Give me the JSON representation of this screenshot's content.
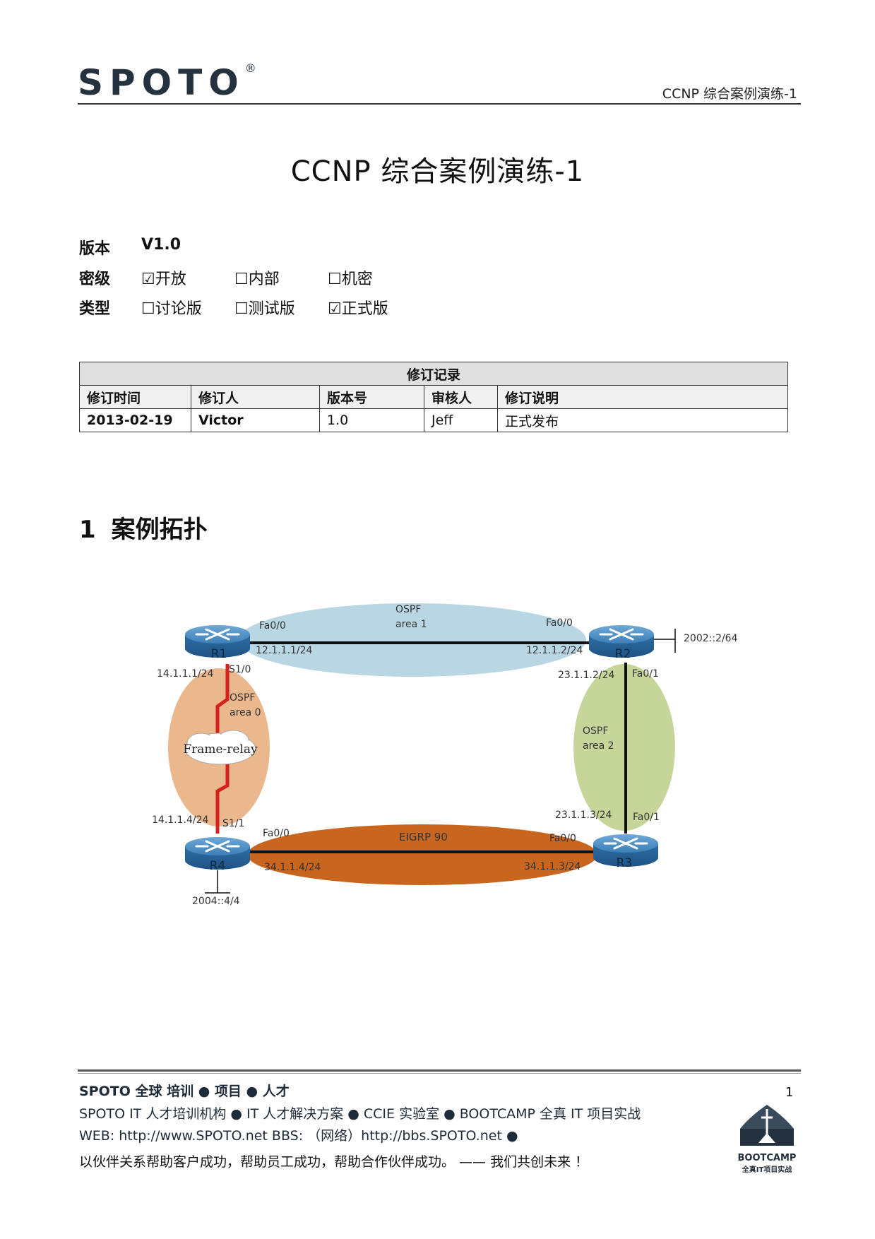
{
  "header": {
    "logo": "SPOTO",
    "logo_mark": "®",
    "doc_short_title": "CCNP 综合案例演练-1"
  },
  "title": "CCNP 综合案例演练-1",
  "meta": {
    "version_label": "版本",
    "version_value": "V1.0",
    "security_label": "密级",
    "security_options": [
      "☑开放",
      "☐内部",
      "☐机密"
    ],
    "type_label": "类型",
    "type_options": [
      "☐讨论版",
      "☐测试版",
      "☑正式版"
    ]
  },
  "revision_table": {
    "caption": "修订记录",
    "headers": [
      "修订时间",
      "修订人",
      "版本号",
      "审核人",
      "修订说明"
    ],
    "rows": [
      [
        "2013-02-19",
        "Victor",
        "1.0",
        "Jeff",
        "正式发布"
      ]
    ]
  },
  "section": {
    "number": "1",
    "title": "案例拓扑"
  },
  "topology": {
    "routers": [
      "R1",
      "R2",
      "R3",
      "R4"
    ],
    "areas": {
      "ospf1": [
        "OSPF",
        "area 1"
      ],
      "ospf0": [
        "OSPF",
        "area 0"
      ],
      "ospf2": [
        "OSPF",
        "area 2"
      ],
      "eigrp": "EIGRP 90"
    },
    "cloud": "Frame-relay",
    "labels": {
      "r1_fa00": "Fa0/0",
      "r1_ip12": "12.1.1.1/24",
      "r2_fa00": "Fa0/0",
      "r2_ip12": "12.1.1.2/24",
      "r2_lo": "2002::2/64",
      "r1_s10": "S1/0",
      "r1_ip14": "14.1.1.1/24",
      "r2_ip23": "23.1.1.2/24",
      "r2_fa01": "Fa0/1",
      "r4_ip14": "14.1.1.4/24",
      "r4_s11": "S1/1",
      "r3_ip23": "23.1.1.3/24",
      "r3_fa01": "Fa0/1",
      "r4_fa00": "Fa0/0",
      "r3_fa00": "Fa0/0",
      "r4_ip34": "34.1.1.4/24",
      "r3_ip34": "34.1.1.3/24",
      "r4_lo": "2004::4/4"
    },
    "colors": {
      "area1": "#b9d6e3",
      "area0": "#ebb78d",
      "area2": "#c6d69a",
      "eigrp": "#c8661f",
      "serial": "#d6221c",
      "router": "#3f84bd"
    }
  },
  "footer": {
    "line1": "SPOTO 全球   培训 ● 项目 ● 人才",
    "line2": "SPOTO IT 人才培训机构   ●   IT 人才解决方案   ●   CCIE 实验室   ●   BOOTCAMP  全真 IT 项目实战",
    "line3": "WEB: http://www.SPOTO.net      BBS: （网络）http://bbs.SPOTO.net   ●",
    "line4": "以伙伴关系帮助客户成功，帮助员工成功，帮助合作伙伴成功。  ——  我们共创未来 ！",
    "page": "1",
    "badge_top": "BOOTCAMP",
    "badge_bottom": "全真IT项目实战"
  }
}
